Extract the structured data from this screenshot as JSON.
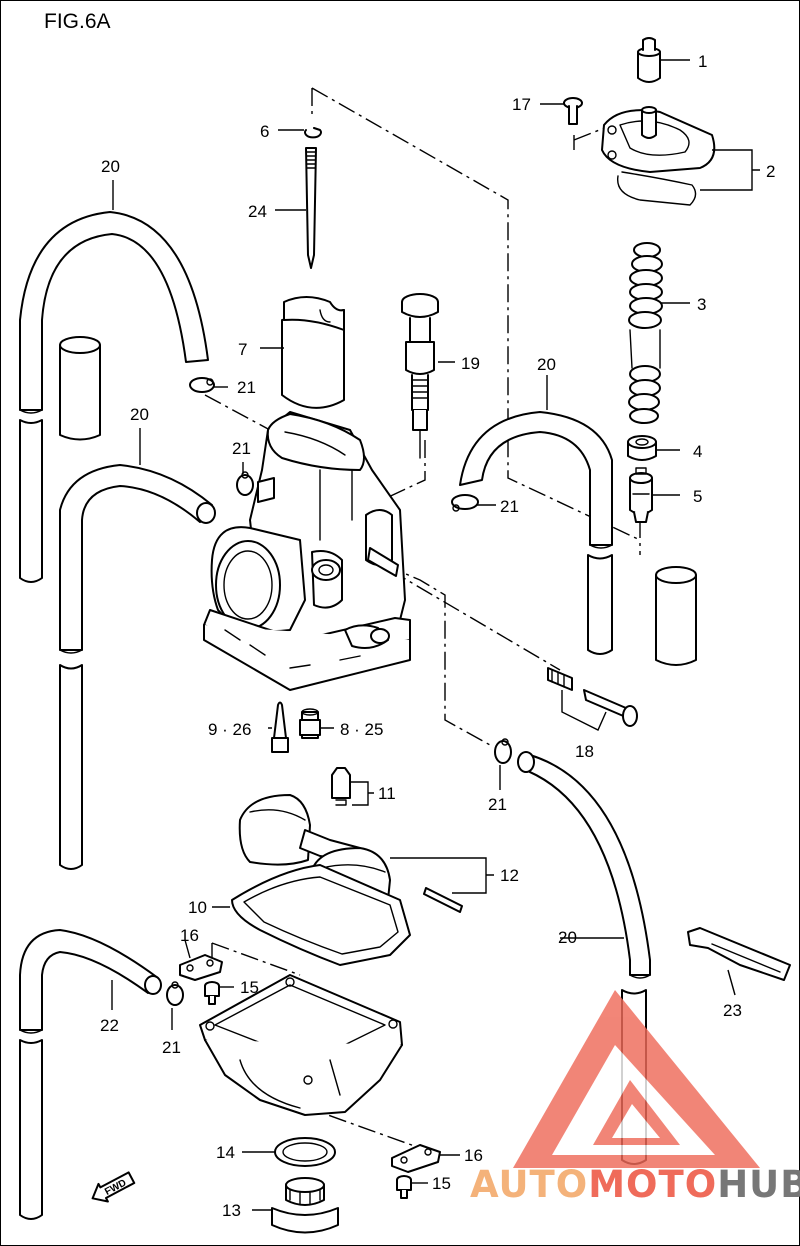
{
  "figure": {
    "title": "FIG.6A"
  },
  "callouts": [
    {
      "id": "c1",
      "text": "1"
    },
    {
      "id": "c2",
      "text": "2"
    },
    {
      "id": "c3",
      "text": "3"
    },
    {
      "id": "c4",
      "text": "4"
    },
    {
      "id": "c5",
      "text": "5"
    },
    {
      "id": "c6",
      "text": "6"
    },
    {
      "id": "c7",
      "text": "7"
    },
    {
      "id": "c8",
      "text": "8 · 25"
    },
    {
      "id": "c9",
      "text": "9 · 26"
    },
    {
      "id": "c10",
      "text": "10"
    },
    {
      "id": "c11",
      "text": "11"
    },
    {
      "id": "c12",
      "text": "12"
    },
    {
      "id": "c13",
      "text": "13"
    },
    {
      "id": "c14",
      "text": "14"
    },
    {
      "id": "c15a",
      "text": "15"
    },
    {
      "id": "c15b",
      "text": "15"
    },
    {
      "id": "c16a",
      "text": "16"
    },
    {
      "id": "c16b",
      "text": "16"
    },
    {
      "id": "c17",
      "text": "17"
    },
    {
      "id": "c18",
      "text": "18"
    },
    {
      "id": "c19",
      "text": "19"
    },
    {
      "id": "c20a",
      "text": "20"
    },
    {
      "id": "c20b",
      "text": "20"
    },
    {
      "id": "c20c",
      "text": "20"
    },
    {
      "id": "c20d",
      "text": "20"
    },
    {
      "id": "c21a",
      "text": "21"
    },
    {
      "id": "c21b",
      "text": "21"
    },
    {
      "id": "c21c",
      "text": "21"
    },
    {
      "id": "c21d",
      "text": "21"
    },
    {
      "id": "c21e",
      "text": "21"
    },
    {
      "id": "c22",
      "text": "22"
    },
    {
      "id": "c23",
      "text": "23"
    },
    {
      "id": "c24",
      "text": "24"
    }
  ],
  "direction_marker": {
    "text": "FWD"
  },
  "watermark": {
    "part1": "AUTO",
    "part2": "MOTO",
    "part3": "HUB",
    "color_light": "#f4b27a",
    "color_mid": "#ef6b5a",
    "color_dark": "#777777"
  }
}
